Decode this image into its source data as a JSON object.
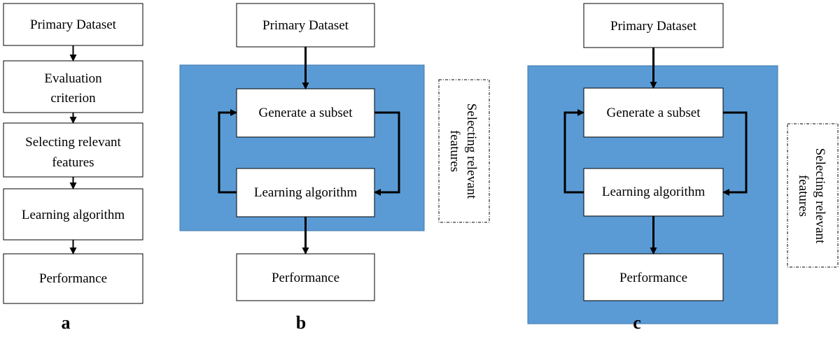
{
  "colors": {
    "wrapper_fill": "#5b9bd5",
    "box_fill": "#ffffff",
    "line": "#000000"
  },
  "panel_a": {
    "label": "a",
    "primary_dataset": "Primary Dataset",
    "evaluation_line1": "Evaluation",
    "evaluation_line2": "criterion",
    "selecting_line1": "Selecting relevant",
    "selecting_line2": "features",
    "learning_algorithm": "Learning algorithm",
    "performance": "Performance"
  },
  "panel_b": {
    "label": "b",
    "primary_dataset": "Primary Dataset",
    "generate_subset": "Generate a subset",
    "learning_algorithm": "Learning algorithm",
    "performance": "Performance",
    "side_line1": "Selecting relevant",
    "side_line2": "features"
  },
  "panel_c": {
    "label": "c",
    "primary_dataset": "Primary Dataset",
    "generate_subset": "Generate a subset",
    "learning_algorithm": "Learning algorithm",
    "performance": "Performance",
    "side_line1": "Selecting relevant",
    "side_line2": "features"
  }
}
